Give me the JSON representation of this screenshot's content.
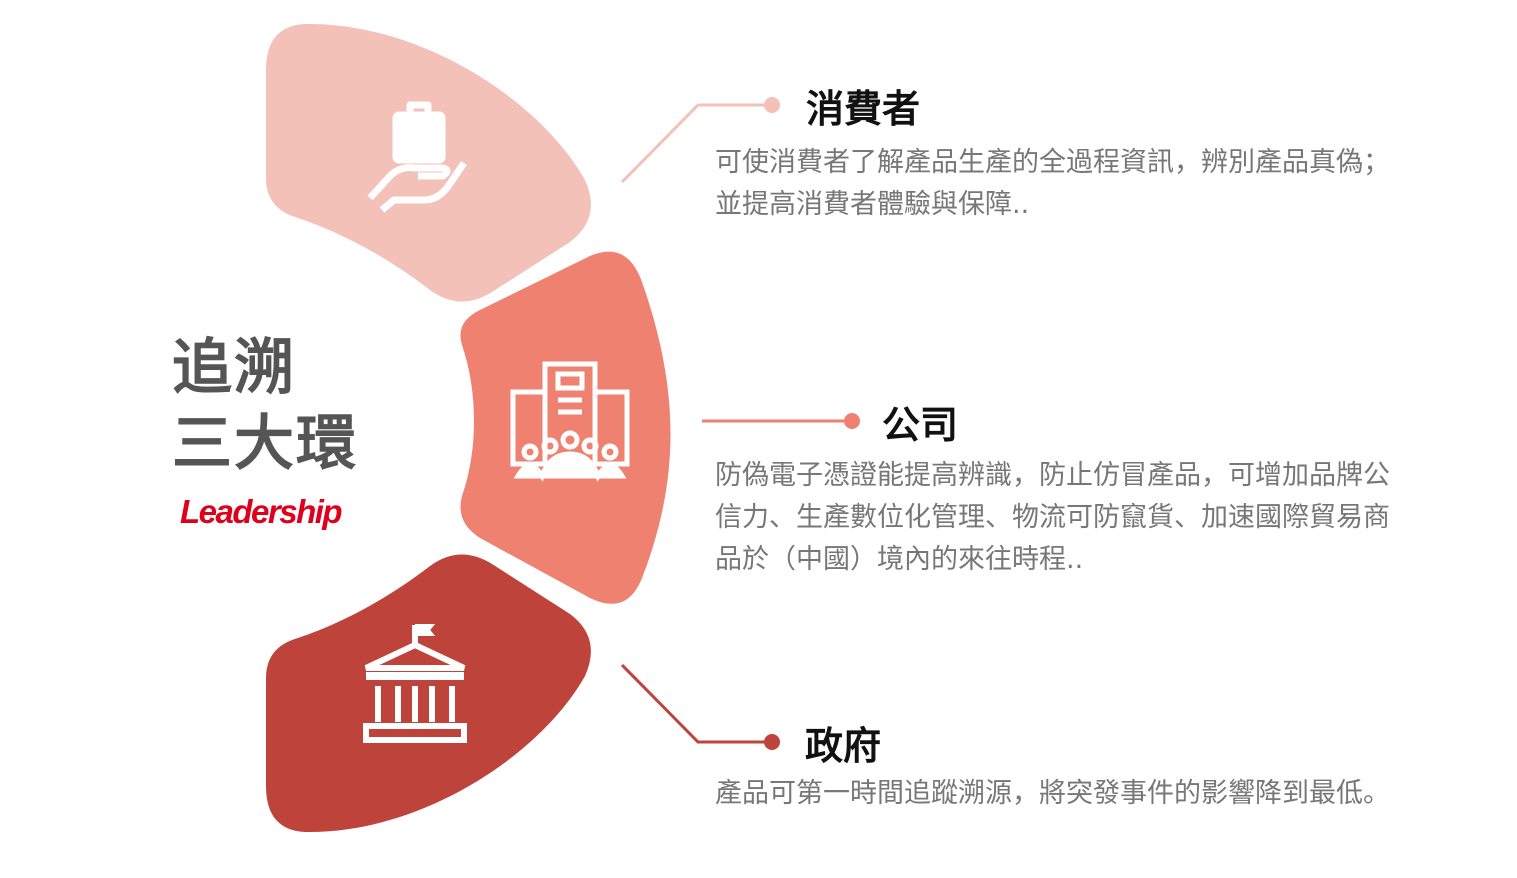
{
  "title": {
    "line1": "追溯",
    "line2": "三大環"
  },
  "logo": "Leadership",
  "colors": {
    "consumer": "#F4C1B8",
    "company": "#EE8170",
    "government": "#BE433A",
    "text": "#777777"
  },
  "sections": [
    {
      "heading": "消費者",
      "icon": "hand-holding-bag-icon",
      "description": "可使消費者了解產品生產的全過程資訊，辨別產品真偽；並提高消費者體驗與保障.."
    },
    {
      "heading": "公司",
      "icon": "company-building-people-icon",
      "description": "防偽電子憑證能提高辨識，防止仿冒產品，可增加品牌公信力、生產數位化管理、物流可防竄貨、加速國際貿易商品於（中國）境內的來往時程.."
    },
    {
      "heading": "政府",
      "icon": "government-building-icon",
      "description": "產品可第一時間追蹤溯源，將突發事件的影響降到最低。"
    }
  ]
}
